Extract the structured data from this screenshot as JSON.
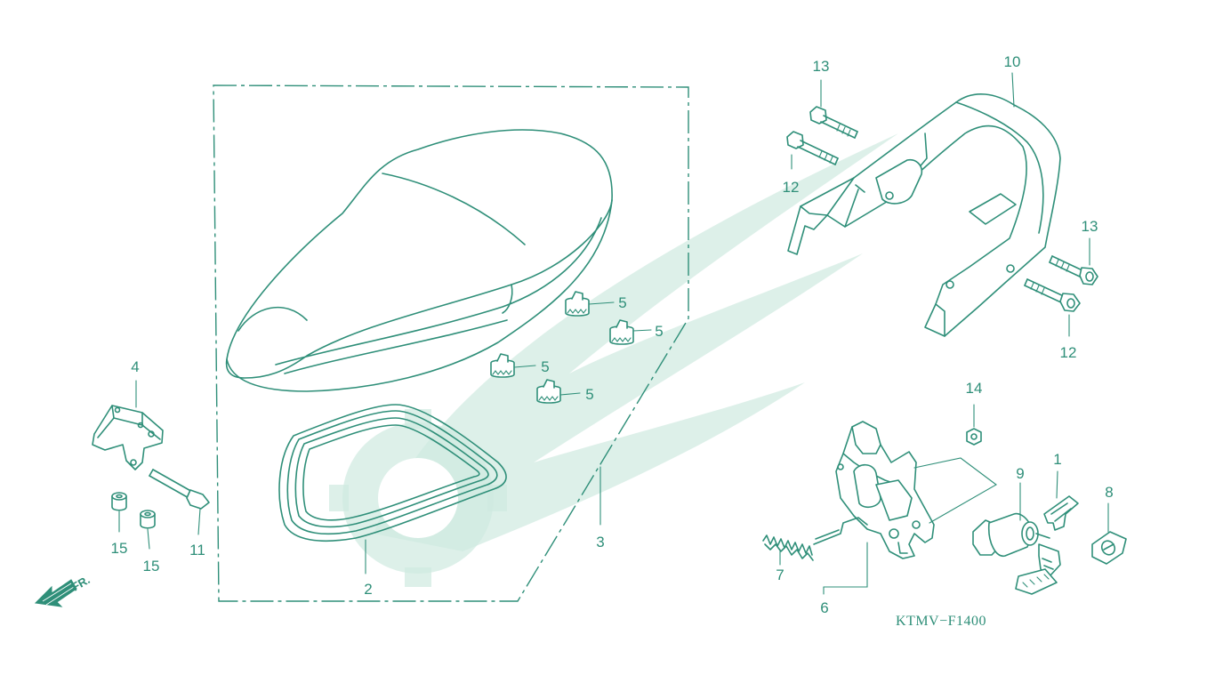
{
  "diagram": {
    "code": "KTMV−F1400",
    "direction_label": "FR.",
    "accent_color": "#2f8f79",
    "watermark_color": "#cfe9e0",
    "callouts": {
      "c1": "1",
      "c2": "2",
      "c3": "3",
      "c4": "4",
      "c5a": "5",
      "c5b": "5",
      "c5c": "5",
      "c5d": "5",
      "c6": "6",
      "c7": "7",
      "c8": "8",
      "c9": "9",
      "c10": "10",
      "c11": "11",
      "c12a": "12",
      "c12b": "12",
      "c13a": "13",
      "c13b": "13",
      "c14": "14",
      "c15a": "15",
      "c15b": "15"
    }
  }
}
